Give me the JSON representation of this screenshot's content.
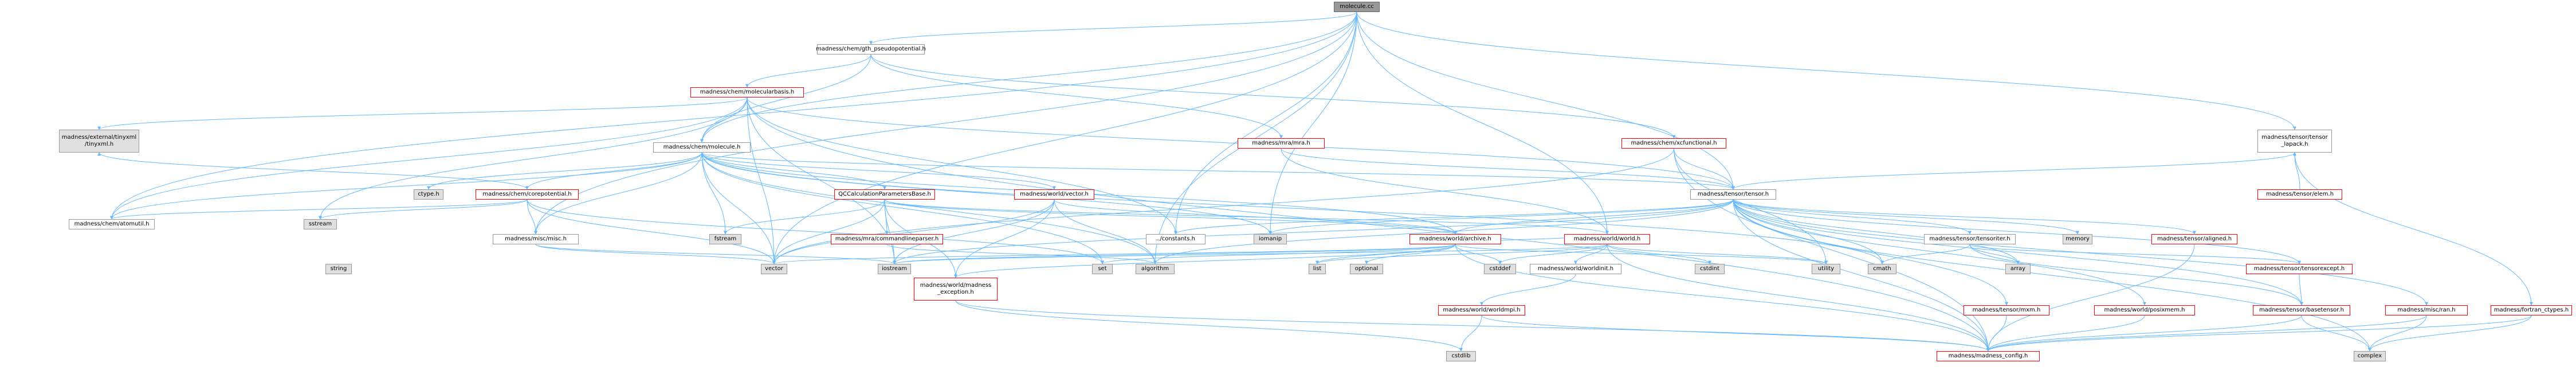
{
  "colors": {
    "edge": "#63b8ff",
    "border_normal": "#999999",
    "border_truncated": "#ff0000",
    "system_fill": "#e0e0e0",
    "root_fill": "#999999"
  },
  "nodes": {
    "root": "molecule.cc",
    "gth": "madness/chem/gth_pseudopotential.h",
    "molbasis": "madness/chem/molecularbasis.h",
    "tinyxml": "madness/external/tinyxml\n/tinyxml.h",
    "mra": "madness/mra/mra.h",
    "xcfunc": "madness/chem/xcfunctional.h",
    "tlapack": "madness/tensor/tensor\n_lapack.h",
    "molecule": "madness/chem/molecule.h",
    "tensor": "madness/tensor/tensor.h",
    "tensorelem": "madness/tensor/elem.h",
    "ctype": "ctype.h",
    "corepot": "madness/chem/corepotential.h",
    "qccalc": "QCCalculationParametersBase.h",
    "vector": "madness/world/vector.h",
    "archive": "madness/world/archive.h",
    "worldh": "madness/world/world.h",
    "tensoriter": "madness/tensor/tensoriter.h",
    "memory": "memory",
    "aligned": "madness/tensor/aligned.h",
    "atomutil": "madness/chem/atomutil.h",
    "sstream": "sstream",
    "misc": "madness/misc/misc.h",
    "fstream": "fstream",
    "cmdparser": "madness/mra/commandlineparser.h",
    "consts": "../constants.h",
    "iomanip": "iomanip",
    "stdlib": "string",
    "vec": "vector",
    "iostream": "iostream",
    "madexc": "madness/world/madness\n_exception.h",
    "set": "set",
    "algorithm": "algorithm",
    "list": "list",
    "optional": "optional",
    "cstddef": "cstddef",
    "worldinit": "madness/world/worldinit.h",
    "cstdint": "cstdint",
    "utility": "utility",
    "cmath": "cmath",
    "array": "array",
    "tensorexcept": "madness/tensor/tensorexcept.h",
    "worldmpi": "madness/world/worldmpi.h",
    "mxm": "madness/tensor/mxm.h",
    "posixmem": "madness/world/posixmem.h",
    "basetensor": "madness/tensor/basetensor.h",
    "ran": "madness/misc/ran.h",
    "fortran": "madness/fortran_ctypes.h",
    "cstdlib": "cstdlib",
    "complex": "complex",
    "config": "madness/madness_config.h"
  }
}
